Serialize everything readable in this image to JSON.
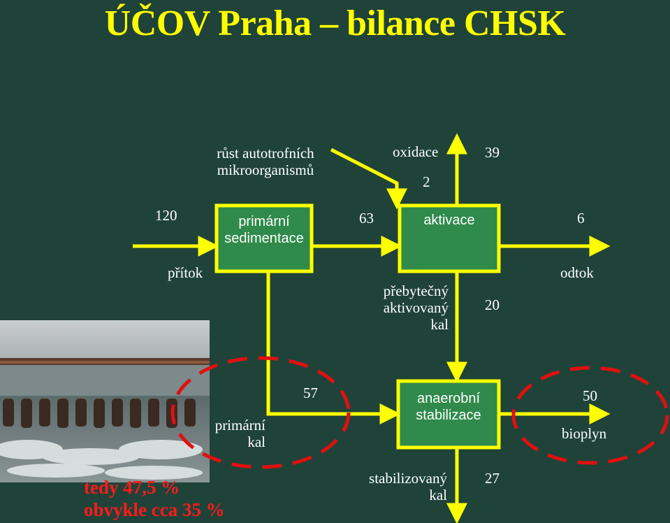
{
  "title": "ÚČOV Praha – bilance CHSK",
  "colors": {
    "background": "#1f4339",
    "arrow": "#ffff00",
    "box_fill": "#2f8a4c",
    "box_border": "#ffff00",
    "highlight_circle": "#e01010",
    "note_text": "#ff1a1a"
  },
  "nodes": {
    "primary_sedimentation": {
      "line1": "primární",
      "line2": "sedimentace"
    },
    "activation": {
      "line1": "aktivace"
    },
    "anaerobic_stabilization": {
      "line1": "anaerobní",
      "line2": "stabilizace"
    }
  },
  "labels": {
    "autotroph_line1": "růst autotrofních",
    "autotroph_line2": "mikroorganismů",
    "oxidation": "oxidace",
    "oxidation_value": "39",
    "autotroph_value": "2",
    "inflow_value": "120",
    "inflow": "přítok",
    "to_activation_value": "63",
    "outflow_value": "6",
    "outflow": "odtok",
    "excess_sludge_line1": "přebytečný",
    "excess_sludge_line2": "aktivovaný",
    "excess_sludge_line3": "kal",
    "excess_sludge_value": "20",
    "primary_sludge_value": "57",
    "primary_sludge_line1": "primární",
    "primary_sludge_line2": "kal",
    "biogas_value": "50",
    "biogas": "bioplyn",
    "stabilized_line1": "stabilizovaný",
    "stabilized_line2": "kal",
    "stabilized_value": "27"
  },
  "note": {
    "line1": "tedy 47,5 %",
    "line2": "obvykle cca 35 %"
  },
  "photo": {
    "icon": "sedimentation-tank-photo"
  }
}
